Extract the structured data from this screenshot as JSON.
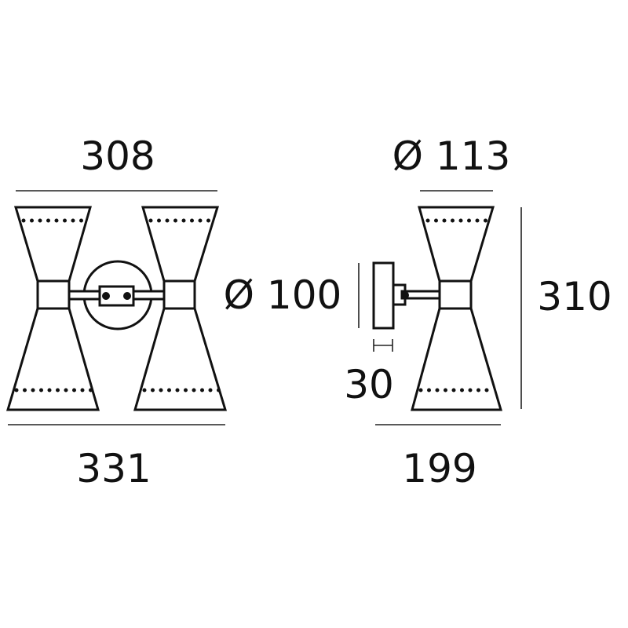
{
  "dimensions": {
    "front_top_width": "308",
    "front_bottom_width": "331",
    "canopy_diameter": "Ø 100",
    "shade_diameter": "Ø 113",
    "height": "310",
    "plate_depth": "30",
    "side_depth": "199"
  },
  "colors": {
    "line": "#111111",
    "background": "#ffffff"
  }
}
